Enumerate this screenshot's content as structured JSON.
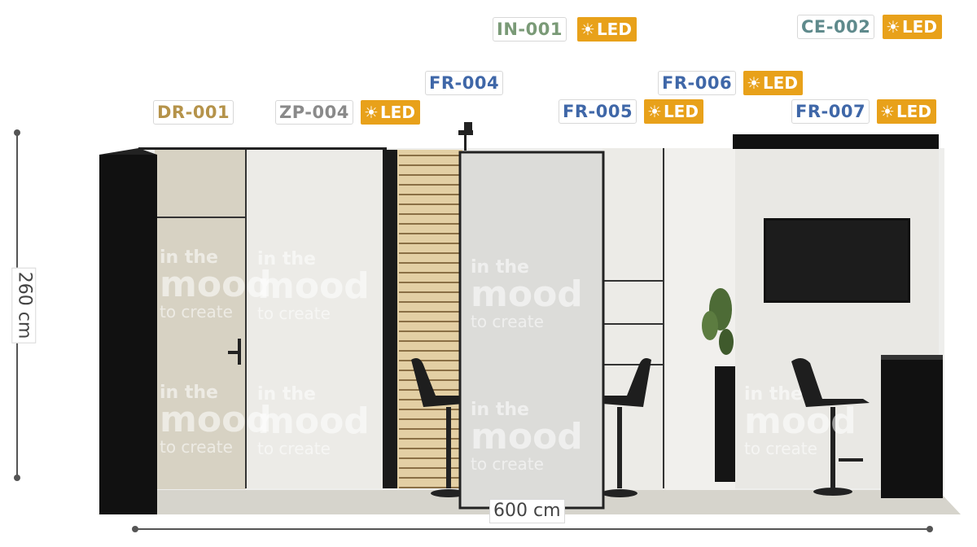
{
  "labels": {
    "dr001": {
      "code": "DR-001",
      "color": "#b5934a"
    },
    "zp004": {
      "code": "ZP-004",
      "color": "#8a8a8a",
      "led": "LED"
    },
    "fr004": {
      "code": "FR-004",
      "color": "#3f67a8"
    },
    "in001": {
      "code": "IN-001",
      "color": "#7a9a77",
      "led": "LED"
    },
    "fr005": {
      "code": "FR-005",
      "color": "#3f67a8",
      "led": "LED"
    },
    "fr006": {
      "code": "FR-006",
      "color": "#3f67a8",
      "led": "LED"
    },
    "ce002": {
      "code": "CE-002",
      "color": "#5f8a8c",
      "led": "LED"
    },
    "fr007": {
      "code": "FR-007",
      "color": "#3f67a8",
      "led": "LED"
    }
  },
  "led_icon": "sun-icon",
  "led_color": "#e8a11a",
  "dimensions": {
    "height": "260 cm",
    "width": "600 cm"
  },
  "watermark": {
    "line1": "in the",
    "line2": "mood",
    "line3": "to create"
  }
}
